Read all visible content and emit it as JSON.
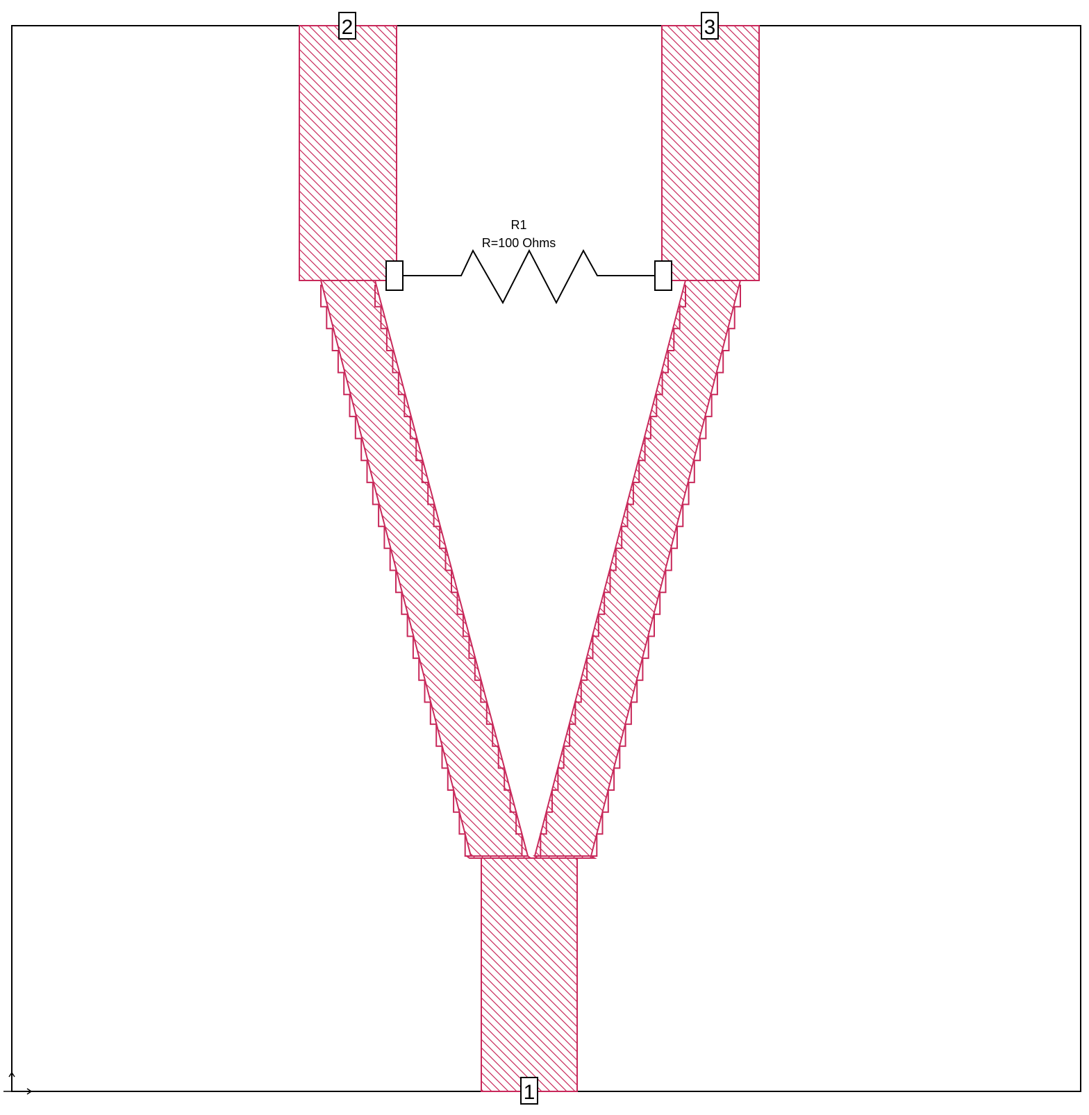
{
  "layout": {
    "trace_color": "#c8285a",
    "resistor_color": "#000000",
    "background_color": "#ffffff",
    "trace_fill": "diagonal-hatch"
  },
  "ports": {
    "port1": "1",
    "port2": "2",
    "port3": "3"
  },
  "resistor": {
    "designator": "R1",
    "value": "R=100 Ohms"
  }
}
